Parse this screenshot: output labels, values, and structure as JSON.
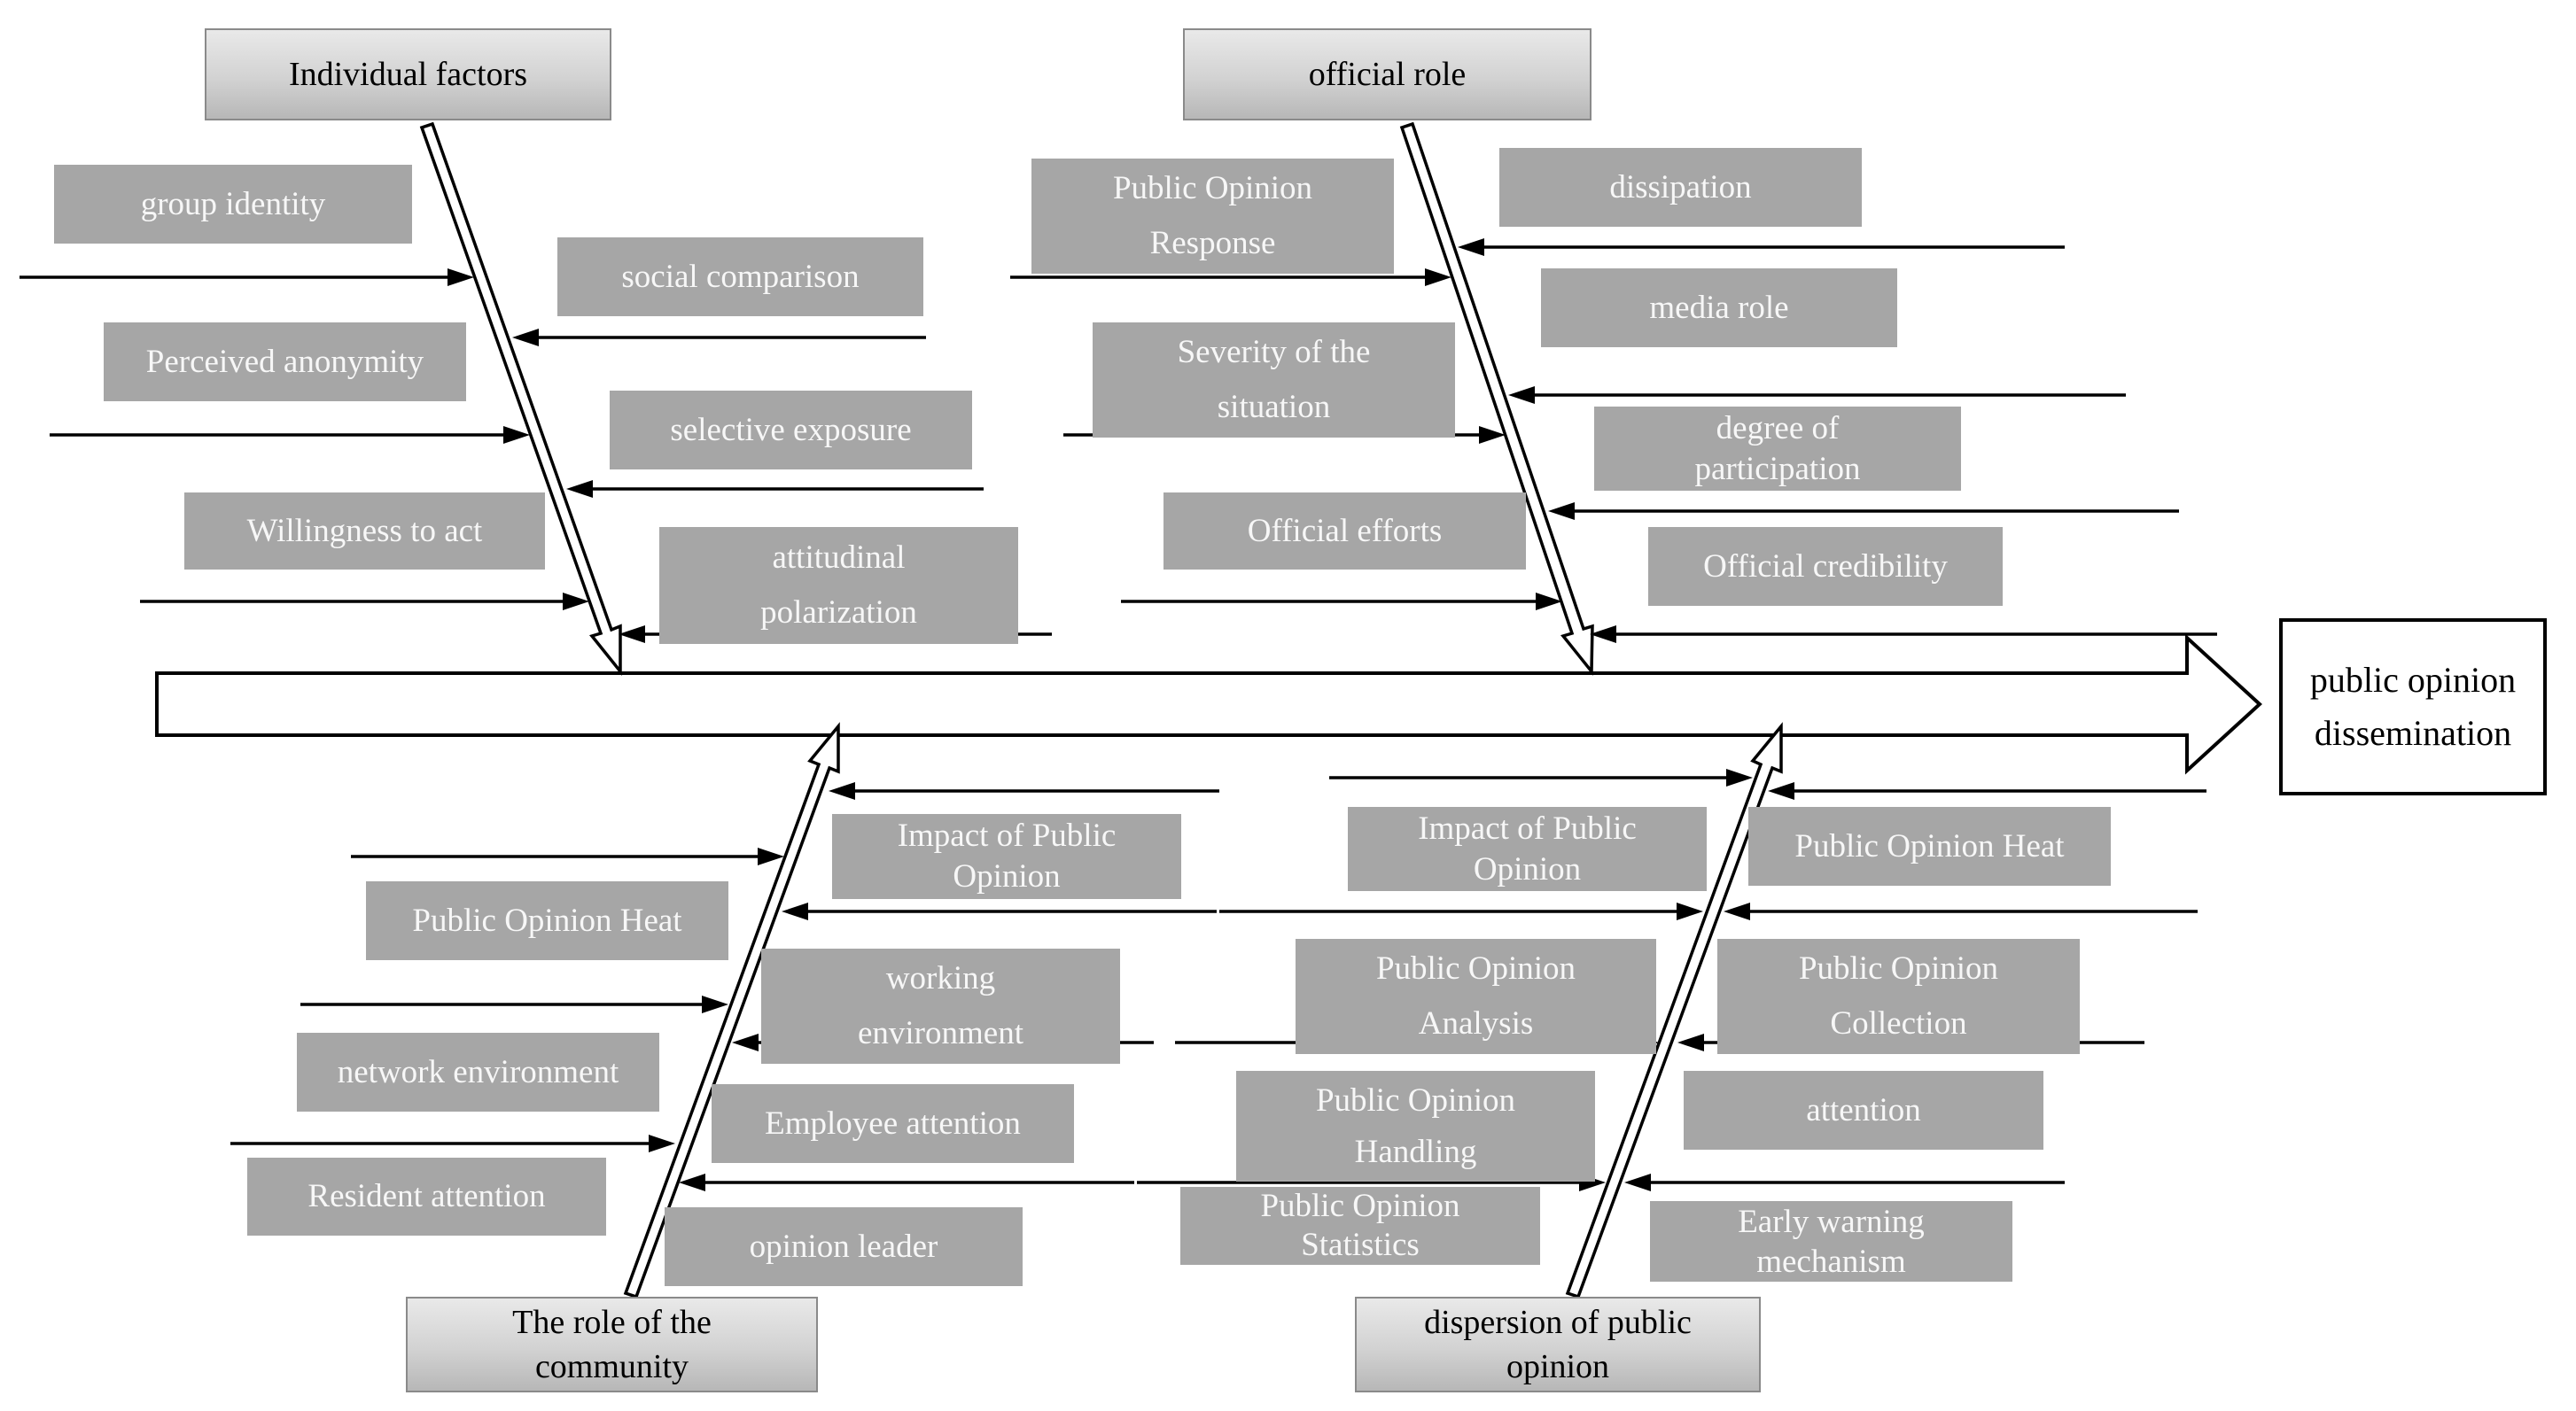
{
  "diagram": {
    "type": "fishbone",
    "result": {
      "label": "public opinion dissemination"
    },
    "branches": [
      {
        "label": "Individual factors",
        "position": "top-left",
        "left_items": [
          "group identity",
          "Perceived anonymity",
          "Willingness to act"
        ],
        "right_items": [
          "social comparison",
          "selective exposure",
          "attitudinal polarization"
        ]
      },
      {
        "label": "official role",
        "position": "top-right",
        "left_items": [
          "Public Opinion Response",
          "Severity of the situation",
          "Official efforts"
        ],
        "right_items": [
          "dissipation",
          "media role",
          "degree of participation",
          "Official credibility"
        ]
      },
      {
        "label": "The role of the community",
        "position": "bottom-left",
        "left_items": [
          "Public Opinion Heat",
          "network environment",
          "Resident attention"
        ],
        "right_items": [
          "Impact of Public Opinion",
          "working environment",
          "Employee attention",
          "opinion leader"
        ]
      },
      {
        "label": "dispersion of public opinion",
        "position": "bottom-right",
        "left_items": [
          "Impact of Public Opinion",
          "Public Opinion Analysis",
          "Public Opinion Handling",
          "Public Opinion Statistics"
        ],
        "right_items": [
          "Public Opinion Heat",
          "Public Opinion Collection",
          "attention",
          "Early warning mechanism"
        ]
      }
    ],
    "colors": {
      "cause_box_fill": "#a6a6a6",
      "cause_box_text": "#f7f7f7",
      "header_fill_top": "#e9e9e9",
      "header_fill_bottom": "#b7b7b7",
      "header_border": "#8a8a8a",
      "header_text": "#000000",
      "line": "#000000",
      "result_fill": "#ffffff",
      "result_border": "#000000",
      "result_text": "#000000"
    }
  }
}
